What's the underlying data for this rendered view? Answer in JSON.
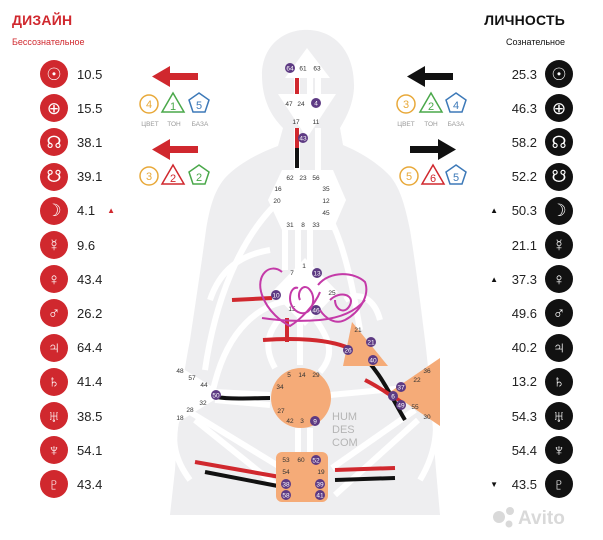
{
  "design": {
    "title": "ДИЗАЙН",
    "subtitle": "Бессознательное",
    "rows": [
      {
        "icon": "sun-icon",
        "glyph": "☉",
        "value": "10.5"
      },
      {
        "icon": "earth-icon",
        "glyph": "⊕",
        "value": "15.5"
      },
      {
        "icon": "north-node-icon",
        "glyph": "☊",
        "value": "38.1"
      },
      {
        "icon": "south-node-icon",
        "glyph": "☋",
        "value": "39.1"
      },
      {
        "icon": "moon-icon",
        "glyph": "☽",
        "value": "4.1",
        "marker": "▲"
      },
      {
        "icon": "mercury-icon",
        "glyph": "☿",
        "value": "9.6"
      },
      {
        "icon": "venus-icon",
        "glyph": "♀",
        "value": "43.4"
      },
      {
        "icon": "mars-icon",
        "glyph": "♂",
        "value": "26.2"
      },
      {
        "icon": "jupiter-icon",
        "glyph": "♃",
        "value": "64.4"
      },
      {
        "icon": "saturn-icon",
        "glyph": "♄",
        "value": "41.4"
      },
      {
        "icon": "uranus-icon",
        "glyph": "♅",
        "value": "38.5"
      },
      {
        "icon": "neptune-icon",
        "glyph": "♆",
        "value": "54.1"
      },
      {
        "icon": "pluto-icon",
        "glyph": "♇",
        "value": "43.4"
      }
    ],
    "variables": [
      {
        "color": "4",
        "tone": "1",
        "base": "5"
      },
      {
        "color": "3",
        "tone": "2",
        "base": "2"
      }
    ]
  },
  "personality": {
    "title": "ЛИЧНОСТЬ",
    "subtitle": "Сознательное",
    "rows": [
      {
        "icon": "sun-icon",
        "glyph": "☉",
        "value": "25.3"
      },
      {
        "icon": "earth-icon",
        "glyph": "⊕",
        "value": "46.3"
      },
      {
        "icon": "north-node-icon",
        "glyph": "☊",
        "value": "58.2"
      },
      {
        "icon": "south-node-icon",
        "glyph": "☋",
        "value": "52.2"
      },
      {
        "icon": "moon-icon",
        "glyph": "☽",
        "value": "50.3",
        "marker": "▲"
      },
      {
        "icon": "mercury-icon",
        "glyph": "☿",
        "value": "21.1"
      },
      {
        "icon": "venus-icon",
        "glyph": "♀",
        "value": "37.3",
        "marker": "▲"
      },
      {
        "icon": "mars-icon",
        "glyph": "♂",
        "value": "49.6"
      },
      {
        "icon": "jupiter-icon",
        "glyph": "♃",
        "value": "40.2"
      },
      {
        "icon": "saturn-icon",
        "glyph": "♄",
        "value": "13.2"
      },
      {
        "icon": "uranus-icon",
        "glyph": "♅",
        "value": "54.3"
      },
      {
        "icon": "neptune-icon",
        "glyph": "♆",
        "value": "54.4"
      },
      {
        "icon": "pluto-icon",
        "glyph": "♇",
        "value": "43.5",
        "marker": "▼"
      }
    ],
    "variables": [
      {
        "color": "3",
        "tone": "2",
        "base": "4"
      },
      {
        "color": "5",
        "tone": "6",
        "base": "5"
      }
    ]
  },
  "variable_labels": {
    "color": "ЦВЕТ",
    "tone": "ТОН",
    "base": "БАЗА"
  },
  "centers": {
    "head": [
      "64",
      "61",
      "63"
    ],
    "ajna": [
      "47",
      "24",
      "4",
      "17",
      "11"
    ],
    "throat": [
      "62",
      "23",
      "56",
      "16",
      "35",
      "20",
      "12",
      "45",
      "31",
      "8",
      "33"
    ],
    "g": [
      "7",
      "1",
      "13",
      "10",
      "25",
      "15",
      "46"
    ],
    "heart": [
      "21",
      "51",
      "26",
      "40"
    ],
    "spleen": [
      "48",
      "57",
      "44",
      "50",
      "32",
      "28",
      "18"
    ],
    "sacral": [
      "5",
      "14",
      "29",
      "34",
      "27",
      "42",
      "3",
      "9"
    ],
    "solar_plexus": [
      "36",
      "22",
      "37",
      "6",
      "49",
      "55",
      "30"
    ],
    "root": [
      "53",
      "60",
      "52",
      "54",
      "19",
      "38",
      "39",
      "58",
      "41"
    ],
    "throat_extra": [
      "43"
    ]
  },
  "watermark": [
    "HUM",
    "DES",
    "COM"
  ],
  "brand": "Avito",
  "colors": {
    "design": "#d0282e",
    "personality": "#111111",
    "center_fill": "#f5ab78",
    "center_blank": "#ffffff",
    "gate_badge": "#5d3a83"
  }
}
